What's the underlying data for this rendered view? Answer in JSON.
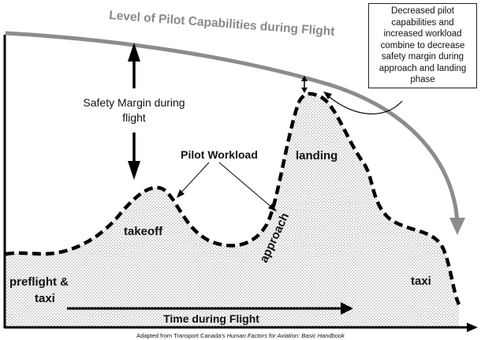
{
  "title": "Level of Pilot Capabilities during Flight",
  "note": "Decreased pilot capabilities and increased workload combine to decrease safety margin during approach and landing phase",
  "safety_margin_line1": "Safety Margin during",
  "safety_margin_line2": "flight",
  "workload_label": "Pilot Workload",
  "phases": {
    "preflight_line1": "preflight &",
    "preflight_line2": "taxi",
    "takeoff": "takeoff",
    "approach": "approach",
    "landing": "landing",
    "taxi": "taxi"
  },
  "time_label": "Time during Flight",
  "caption_prefix": "Adapted from Transport Canada's ",
  "caption_italic": "Human Factors for Aviation: Basic Handbook",
  "colors": {
    "capability_curve": "#8c8c8c",
    "workload_line": "#000000",
    "stipple": "#333333",
    "text": "#111111"
  }
}
